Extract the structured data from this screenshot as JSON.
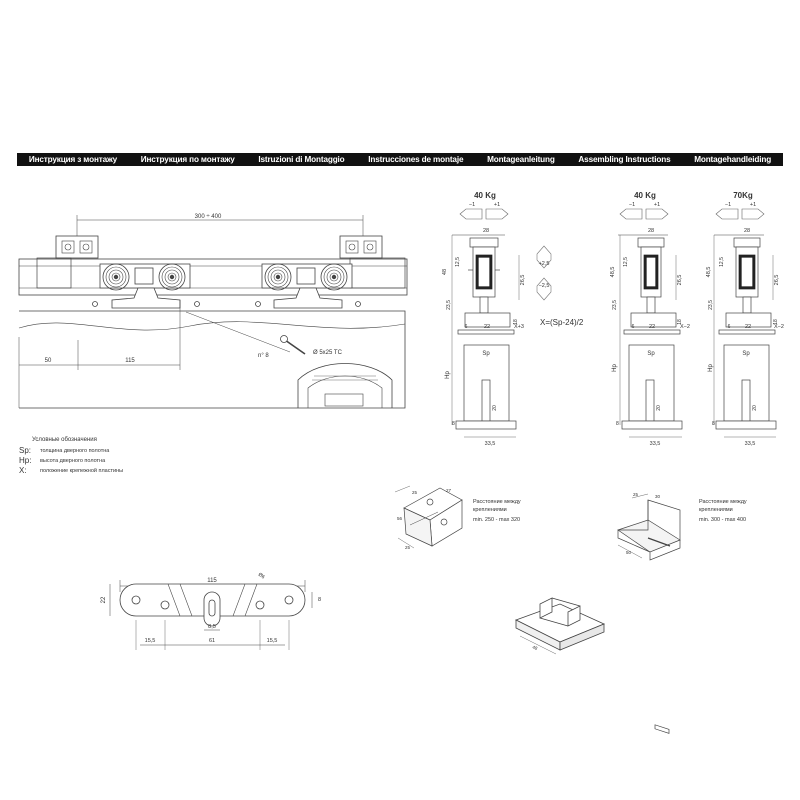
{
  "banner": [
    "Инструкция з монтажу",
    "Инструкция по монтажу",
    "Istruzioni di Montaggio",
    "Instrucciones de montaje",
    "Montageanleitung",
    "Assembling Instructions",
    "Montagehandleiding"
  ],
  "main": {
    "dim_span": "300 ÷ 400",
    "dim_50": "50",
    "dim_115": "115",
    "screw_count": "n° 8",
    "screw_spec": "Ø 5x25 TC"
  },
  "legend": {
    "title": "Условные обозначения",
    "rows": [
      {
        "key": "Sp:",
        "text": "толщина дверного полотна"
      },
      {
        "key": "Hp:",
        "text": "высота дверного полотна"
      },
      {
        "key": "X:",
        "text": "положение крепежной пластины"
      }
    ]
  },
  "detail_left": {
    "weight": "40 Kg",
    "adjust_minus": "−1",
    "adjust_plus": "+1",
    "dim_28": "28",
    "dim_48": "48",
    "dim_265": "26,5",
    "dim_125": "12,5",
    "dim_18": "18",
    "dim_235": "23,5",
    "dim_22": "22",
    "dim_6": "6",
    "x_label": "X+3",
    "sp": "Sp",
    "hp": "Hp",
    "dim_20": "20",
    "dim_8": "8",
    "dim_335": "33,5"
  },
  "adjust_vertical": {
    "up": "+2,5",
    "down": "−2,5"
  },
  "formula": "X=(Sp-24)/2",
  "detail_mid": {
    "weight": "40 Kg",
    "adjust_minus": "−1",
    "adjust_plus": "+1",
    "dim_28": "28",
    "dim_485": "48,5",
    "dim_265": "26,5",
    "dim_125": "12,5",
    "dim_18": "18",
    "dim_235": "23,5",
    "dim_22": "22",
    "dim_6": "6",
    "x_label": "X−2",
    "sp": "Sp",
    "hp": "Hp",
    "dim_20": "20",
    "dim_8": "8",
    "dim_335": "33,5"
  },
  "detail_right": {
    "weight": "70Kg",
    "adjust_minus": "−1",
    "adjust_plus": "+1",
    "dim_28": "28",
    "dim_485": "48,5",
    "dim_265": "26,5",
    "dim_125": "12,5",
    "dim_18": "18",
    "dim_235": "23,5",
    "dim_22": "22",
    "dim_6": "6",
    "x_label": "X−2",
    "sp": "Sp",
    "hp": "Hp",
    "dim_20": "20",
    "dim_8": "8",
    "dim_335": "33,5"
  },
  "bracket_left": {
    "note_line1": "Расстояние между",
    "note_line2": "креплениями",
    "note_line3": "min. 250 - max 320",
    "dim_a": "25",
    "dim_b": "56",
    "dim_c": "27",
    "dim_d": "25"
  },
  "bracket_right": {
    "note_line1": "Расстояние между",
    "note_line2": "креплениями",
    "note_line3": "min. 300 - max 400",
    "dim_a": "25",
    "dim_b": "50",
    "dim_c": "30"
  },
  "plate": {
    "dim_115": "115",
    "dim_22": "22",
    "dim_8": "8",
    "dim_6": "Ø6",
    "dim_85": "8,5",
    "dim_155a": "15,5",
    "dim_61": "61",
    "dim_155b": "15,5"
  },
  "guide": {
    "dim": "48"
  }
}
